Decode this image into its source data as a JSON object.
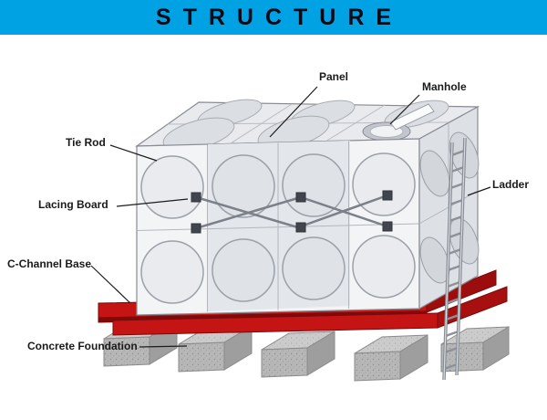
{
  "header": {
    "title": "STRUCTURE"
  },
  "diagram": {
    "labels": [
      {
        "id": "panel",
        "text": "Panel"
      },
      {
        "id": "manhole",
        "text": "Manhole"
      },
      {
        "id": "tie-rod",
        "text": "Tie Rod"
      },
      {
        "id": "lacing-board",
        "text": "Lacing Board"
      },
      {
        "id": "c-channel-base",
        "text": "C-Channel Base"
      },
      {
        "id": "ladder",
        "text": "Ladder"
      },
      {
        "id": "concrete-foundation",
        "text": "Concrete Foundation"
      }
    ],
    "colors": {
      "accent_blue": "#00a2e4",
      "base_red": "#c41414",
      "concrete_grey": "#b7b7b7",
      "tank_body": "#f3f4f6",
      "label_text": "#1a1a1a"
    }
  }
}
